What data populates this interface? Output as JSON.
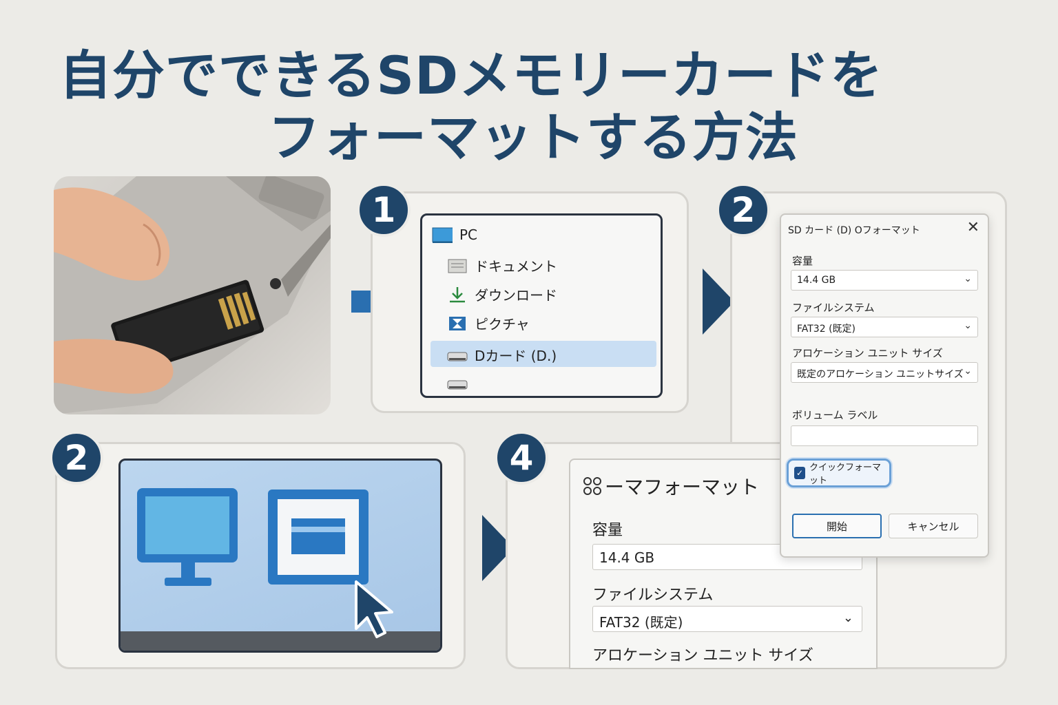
{
  "title": {
    "line1": "自分でできるSDメモリーカードを",
    "line2": "フォーマットする方法"
  },
  "steps": {
    "step1_badge": "1",
    "step2_badge": "2",
    "step2b_badge": "2",
    "step4_badge": "4"
  },
  "explorer": {
    "pc_label": "PC",
    "items": [
      "ドキュメント",
      "ダウンロード",
      "ピクチャ"
    ],
    "selected_drive": "Dカード (D.)"
  },
  "format_dialog": {
    "title": "SD カード (D) Oフォーマット",
    "capacity_label": "容量",
    "capacity_value": "14.4 GB",
    "filesystem_label": "ファイルシステム",
    "filesystem_value": "FAT32 (既定)",
    "alloc_label": "アロケーション ユニット サイズ",
    "alloc_value": "既定のアロケーション ユニットサイズ",
    "volume_label": "ボリューム ラベル",
    "volume_value": "",
    "quick_format_label": "クイックフォーマット",
    "start_button": "開始",
    "cancel_button": "キャンセル"
  },
  "step4_window": {
    "title": "ーマフォーマット",
    "capacity_label": "容量",
    "capacity_value": "14.4 GB",
    "filesystem_label": "ファイルシステム",
    "filesystem_value": "FAT32 (既定)",
    "alloc_label": "アロケーション ユニット サイズ"
  },
  "colors": {
    "accent": "#1f4569",
    "arrow_blue": "#2a6fb0",
    "selection": "#c9def3",
    "background": "#ecebe7"
  }
}
